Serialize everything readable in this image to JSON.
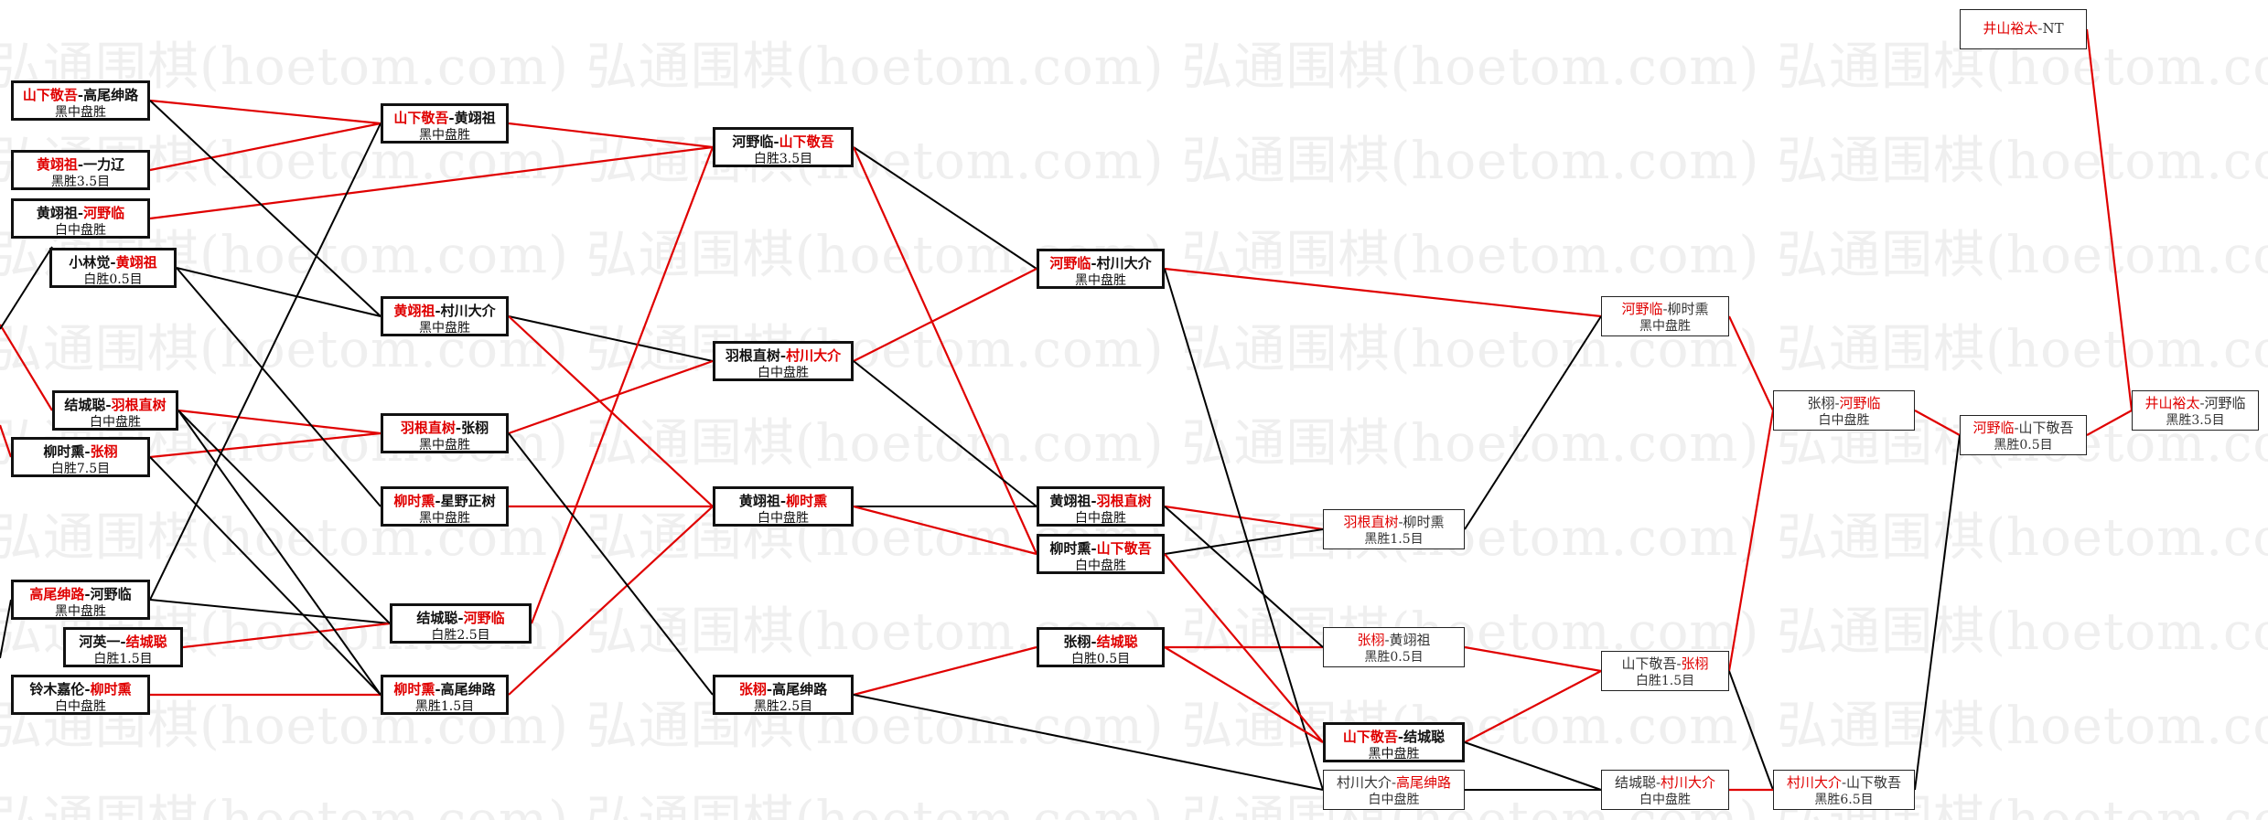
{
  "watermark": "弘通围棋(hoetom.com)",
  "colors": {
    "winner": "#e00000",
    "loser_line": "#000000",
    "winner_line": "#e00000"
  },
  "matches": [
    {
      "id": "r1a",
      "p1": "山下敬吾",
      "p2": "高尾绅路",
      "winner": 1,
      "result": "黑中盘胜"
    },
    {
      "id": "r1b",
      "p1": "黄翊祖",
      "p2": "一力辽",
      "winner": 1,
      "result": "黑胜3.5目"
    },
    {
      "id": "r1c",
      "p1": "黄翊祖",
      "p2": "河野临",
      "winner": 2,
      "result": "白中盘胜"
    },
    {
      "id": "r1d",
      "p1": "小林觉",
      "p2": "黄翊祖",
      "winner": 2,
      "result": "白胜0.5目"
    },
    {
      "id": "r1e",
      "p1": "结城聪",
      "p2": "羽根直树",
      "winner": 2,
      "result": "白中盘胜"
    },
    {
      "id": "r1f",
      "p1": "柳时熏",
      "p2": "张栩",
      "winner": 2,
      "result": "白胜7.5目"
    },
    {
      "id": "r1g",
      "p1": "高尾绅路",
      "p2": "河野临",
      "winner": 1,
      "result": "黑中盘胜"
    },
    {
      "id": "r1h",
      "p1": "河英一",
      "p2": "结城聪",
      "winner": 2,
      "result": "白胜1.5目"
    },
    {
      "id": "r1i",
      "p1": "铃木嘉伦",
      "p2": "柳时熏",
      "winner": 2,
      "result": "白中盘胜"
    },
    {
      "id": "r2a",
      "p1": "山下敬吾",
      "p2": "黄翊祖",
      "winner": 1,
      "result": "黑中盘胜"
    },
    {
      "id": "r2b",
      "p1": "黄翊祖",
      "p2": "村川大介",
      "winner": 1,
      "result": "黑中盘胜"
    },
    {
      "id": "r2c",
      "p1": "羽根直树",
      "p2": "张栩",
      "winner": 1,
      "result": "黑中盘胜"
    },
    {
      "id": "r2d",
      "p1": "柳时熏",
      "p2": "星野正树",
      "winner": 1,
      "result": "黑中盘胜"
    },
    {
      "id": "r2e",
      "p1": "结城聪",
      "p2": "河野临",
      "winner": 2,
      "result": "白胜2.5目"
    },
    {
      "id": "r2f",
      "p1": "柳时熏",
      "p2": "高尾绅路",
      "winner": 1,
      "result": "黑胜1.5目"
    },
    {
      "id": "r3a",
      "p1": "河野临",
      "p2": "山下敬吾",
      "winner": 2,
      "result": "白胜3.5目"
    },
    {
      "id": "r3b",
      "p1": "羽根直树",
      "p2": "村川大介",
      "winner": 2,
      "result": "白中盘胜"
    },
    {
      "id": "r3c",
      "p1": "黄翊祖",
      "p2": "柳时熏",
      "winner": 2,
      "result": "白中盘胜"
    },
    {
      "id": "r3d",
      "p1": "张栩",
      "p2": "高尾绅路",
      "winner": 1,
      "result": "黑胜2.5目"
    },
    {
      "id": "r4a",
      "p1": "河野临",
      "p2": "村川大介",
      "winner": 1,
      "result": "黑中盘胜"
    },
    {
      "id": "r4b",
      "p1": "黄翊祖",
      "p2": "羽根直树",
      "winner": 2,
      "result": "白中盘胜"
    },
    {
      "id": "r4c",
      "p1": "柳时熏",
      "p2": "山下敬吾",
      "winner": 2,
      "result": "白中盘胜"
    },
    {
      "id": "r4d",
      "p1": "张栩",
      "p2": "结城聪",
      "winner": 2,
      "result": "白胜0.5目"
    },
    {
      "id": "r5a",
      "p1": "羽根直树",
      "p2": "柳时熏",
      "winner": 1,
      "result": "黑胜1.5目"
    },
    {
      "id": "r5b",
      "p1": "张栩",
      "p2": "黄翊祖",
      "winner": 1,
      "result": "黑胜0.5目"
    },
    {
      "id": "r5c",
      "p1": "山下敬吾",
      "p2": "结城聪",
      "winner": 1,
      "result": "黑中盘胜"
    },
    {
      "id": "r5d",
      "p1": "村川大介",
      "p2": "高尾绅路",
      "winner": 2,
      "result": "白中盘胜"
    },
    {
      "id": "r6a",
      "p1": "河野临",
      "p2": "柳时熏",
      "winner": 1,
      "result": "黑中盘胜"
    },
    {
      "id": "r6b",
      "p1": "山下敬吾",
      "p2": "张栩",
      "winner": 2,
      "result": "白胜1.5目"
    },
    {
      "id": "r6c",
      "p1": "结城聪",
      "p2": "村川大介",
      "winner": 2,
      "result": "白中盘胜"
    },
    {
      "id": "r7a",
      "p1": "张栩",
      "p2": "河野临",
      "winner": 2,
      "result": "白中盘胜"
    },
    {
      "id": "r7b",
      "p1": "村川大介",
      "p2": "山下敬吾",
      "winner": 1,
      "result": "黑胜6.5目"
    },
    {
      "id": "r8a",
      "p1": "河野临",
      "p2": "山下敬吾",
      "winner": 1,
      "result": "黑胜0.5目"
    },
    {
      "id": "r9a",
      "p1": "井山裕太",
      "p2": "NT",
      "winner": 1,
      "result": ""
    },
    {
      "id": "final",
      "p1": "井山裕太",
      "p2": "河野临",
      "winner": 1,
      "result": "黑胜3.5目"
    }
  ]
}
